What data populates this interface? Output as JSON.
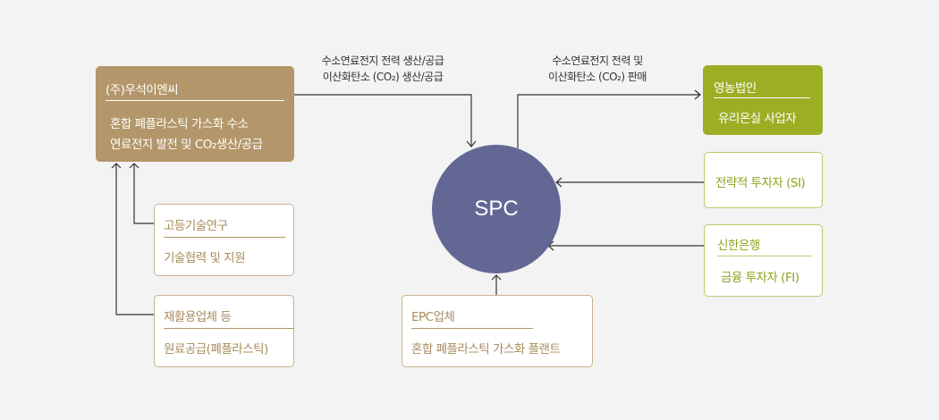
{
  "colors": {
    "background": "#f3f3f3",
    "tan": "#b39669",
    "green": "#9caf24",
    "spc": "#626794",
    "line": "#333333"
  },
  "center": {
    "label": "SPC"
  },
  "nodes": {
    "woosuk": {
      "title": "(주)우석이엔씨",
      "desc_line1": "혼합 폐플라스틱 가스화 수소",
      "desc_line2": "연료전지 발전 및 CO₂생산/공급"
    },
    "farm": {
      "title": "영농법인",
      "desc": "유리온실 사업자"
    },
    "si": {
      "title": "전략적 투자자 (SI)"
    },
    "shinhan": {
      "title": "신한은행",
      "desc": "금융 투자자 (FI)"
    },
    "iae": {
      "title": "고등기술연구",
      "desc": "기술협력 및 지원"
    },
    "recycle": {
      "title": "재활용업체 등",
      "desc": "원료공급(폐플라스틱)"
    },
    "epc": {
      "title": "EPC업체",
      "desc": "혼합 폐플라스틱 가스화 플랜트"
    }
  },
  "flows": {
    "woosuk_to_spc": {
      "line1": "수소연료전지 전력 생산/공급",
      "line2": "이산화탄소 (CO₂) 생산/공급"
    },
    "spc_to_farm": {
      "line1": "수소연료전지 전력 및",
      "line2": "이산화탄소 (CO₂) 판매"
    }
  }
}
